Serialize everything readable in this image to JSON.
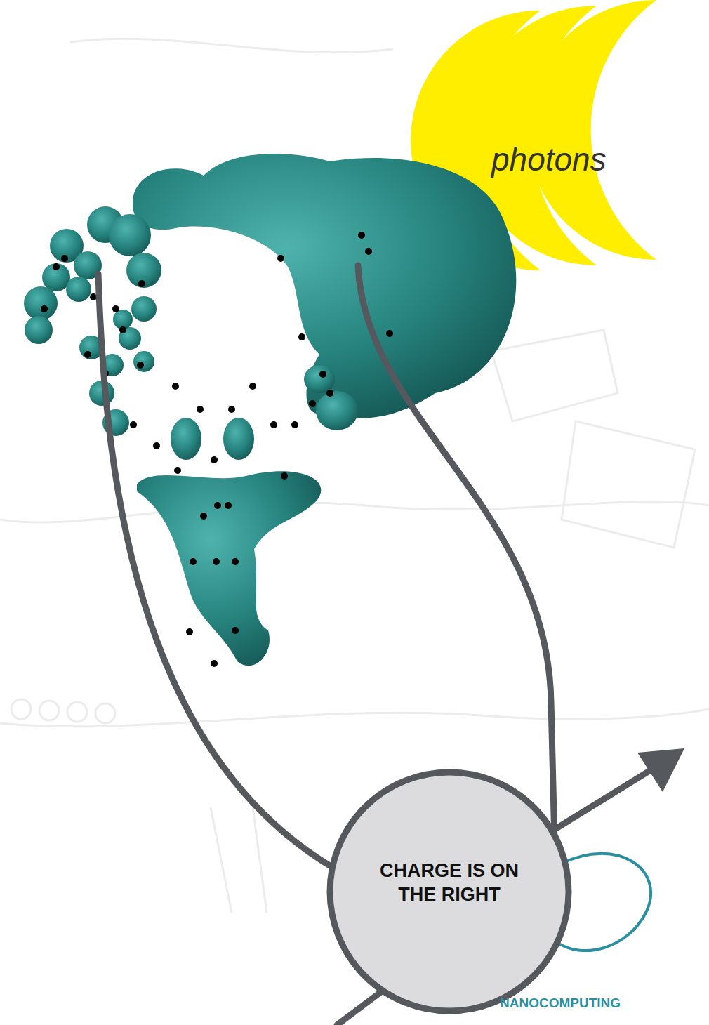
{
  "diagram": {
    "nodes": [
      {
        "text": [
          "CHARGE IS ON THE RIGHT"
        ]
      }
    ],
    "labels": [
      "photons",
      "NANOCOMPUTING"
    ]
  }
}
